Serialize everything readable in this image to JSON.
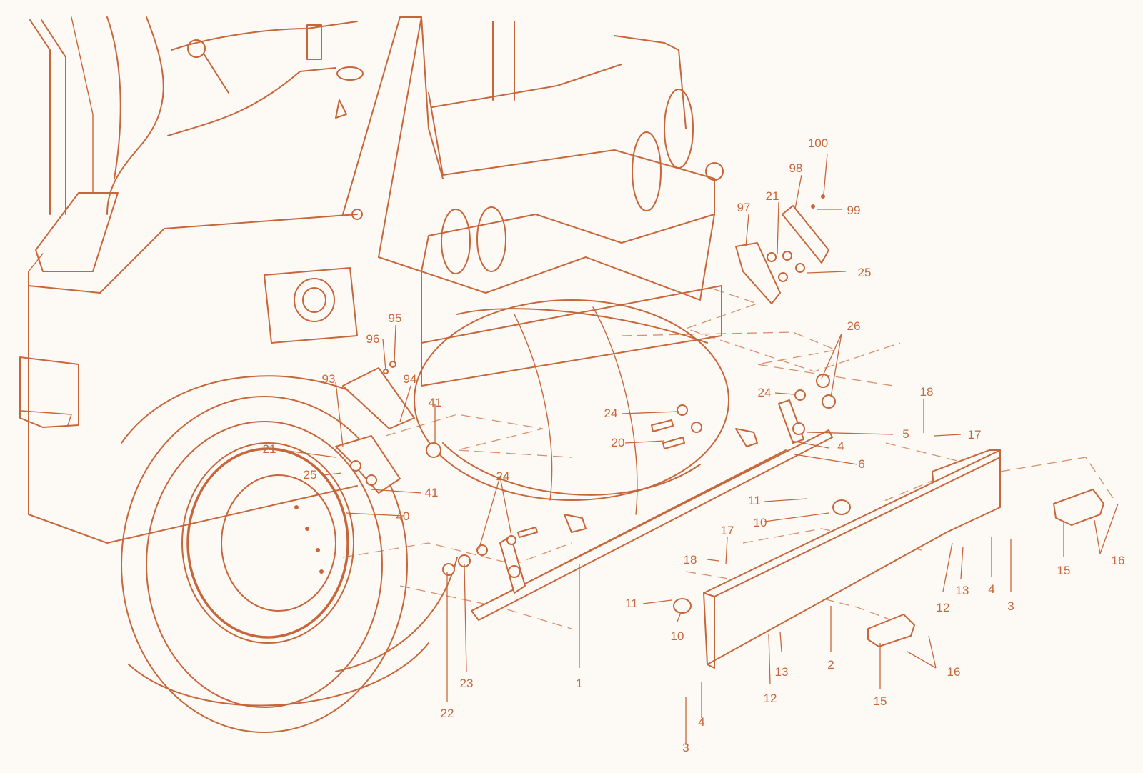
{
  "colors": {
    "line": "#c8663b",
    "background": "#fdfaf5",
    "dashed": "#d7906e"
  },
  "callouts": [
    {
      "id": "c100",
      "text": "100"
    },
    {
      "id": "c98",
      "text": "98"
    },
    {
      "id": "c99",
      "text": "99"
    },
    {
      "id": "c21a",
      "text": "21"
    },
    {
      "id": "c97",
      "text": "97"
    },
    {
      "id": "c25a",
      "text": "25"
    },
    {
      "id": "c26",
      "text": "26"
    },
    {
      "id": "c95",
      "text": "95"
    },
    {
      "id": "c96",
      "text": "96"
    },
    {
      "id": "c93",
      "text": "93"
    },
    {
      "id": "c94",
      "text": "94"
    },
    {
      "id": "c41a",
      "text": "41"
    },
    {
      "id": "c24a",
      "text": "24"
    },
    {
      "id": "c24b",
      "text": "24"
    },
    {
      "id": "c20",
      "text": "20"
    },
    {
      "id": "c5",
      "text": "5"
    },
    {
      "id": "c4a",
      "text": "4"
    },
    {
      "id": "c6",
      "text": "6"
    },
    {
      "id": "c18a",
      "text": "18"
    },
    {
      "id": "c17a",
      "text": "17"
    },
    {
      "id": "c21b",
      "text": "21"
    },
    {
      "id": "c25b",
      "text": "25"
    },
    {
      "id": "c41b",
      "text": "41"
    },
    {
      "id": "c40",
      "text": "40"
    },
    {
      "id": "c24c",
      "text": "24"
    },
    {
      "id": "c11a",
      "text": "11"
    },
    {
      "id": "c10a",
      "text": "10"
    },
    {
      "id": "c17b",
      "text": "17"
    },
    {
      "id": "c18b",
      "text": "18"
    },
    {
      "id": "c11b",
      "text": "11"
    },
    {
      "id": "c10b",
      "text": "10"
    },
    {
      "id": "c15a",
      "text": "15"
    },
    {
      "id": "c16a",
      "text": "16"
    },
    {
      "id": "c12a",
      "text": "12"
    },
    {
      "id": "c13a",
      "text": "13"
    },
    {
      "id": "c4b",
      "text": "4"
    },
    {
      "id": "c3a",
      "text": "3"
    },
    {
      "id": "c22",
      "text": "22"
    },
    {
      "id": "c23",
      "text": "23"
    },
    {
      "id": "c1",
      "text": "1"
    },
    {
      "id": "c2",
      "text": "2"
    },
    {
      "id": "c12b",
      "text": "12"
    },
    {
      "id": "c13b",
      "text": "13"
    },
    {
      "id": "c15b",
      "text": "15"
    },
    {
      "id": "c16b",
      "text": "16"
    },
    {
      "id": "c4c",
      "text": "4"
    },
    {
      "id": "c3b",
      "text": "3"
    }
  ]
}
